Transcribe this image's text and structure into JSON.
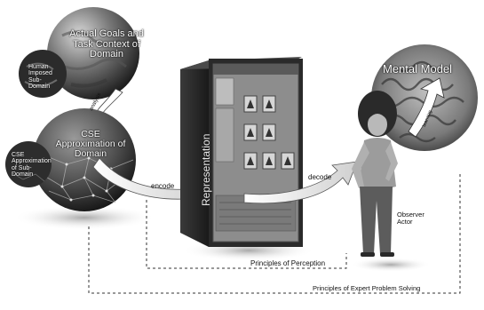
{
  "domain_globe": {
    "title": "Actual Goals and Task Context of Domain",
    "subdomain": "Human Imposed Sub-Domain"
  },
  "arrow_label_analysis": "analysis",
  "cse_globe": {
    "title": "CSE Approximation of Domain",
    "subdomain": "CSE Approximation of Sub-Domain"
  },
  "representation": {
    "label": "Representation"
  },
  "arrows": {
    "encode": "encode",
    "decode": "decode",
    "learning": "learning"
  },
  "mental_model": {
    "title": "Mental Model"
  },
  "observer": {
    "label": "Observer Actor"
  },
  "principles": {
    "perception": "Principles of Perception",
    "expert_problem_solving": "Principles of Expert Problem Solving"
  }
}
